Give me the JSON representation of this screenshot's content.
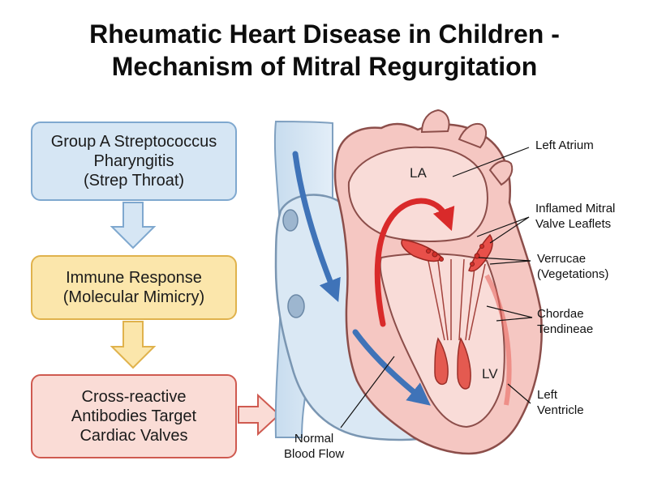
{
  "title": {
    "line1": "Rheumatic Heart Disease in Children -",
    "line2": "Mechanism of Mitral Regurgitation"
  },
  "flow_boxes": [
    {
      "lines": [
        "Group A Streptococcus",
        "Pharyngitis",
        "(Strep Throat)"
      ],
      "color": "#d6e6f4"
    },
    {
      "lines": [
        "Immune Response",
        "(Molecular Mimicry)"
      ],
      "color": "#fbe6ab"
    },
    {
      "lines": [
        "Cross-reactive",
        "Antibodies Target",
        "Cardiac Valves"
      ],
      "color": "#fadcd6"
    }
  ],
  "chambers": {
    "la": "LA",
    "lv": "LV"
  },
  "labels": {
    "left_atrium": [
      "Left Atrium"
    ],
    "inflamed_valve": [
      "Inflamed Mitral",
      "Valve Leaflets"
    ],
    "verrucae": [
      "Verrucae",
      "(Vegetations)"
    ],
    "chordae": [
      "Chordae",
      "Tendineae"
    ],
    "left_ventricle": [
      "Left",
      "Ventricle"
    ],
    "normal_flow": [
      "Normal",
      "Blood Flow"
    ]
  },
  "colors": {
    "blood_blue": "#3f73b8",
    "regurgitation_red": "#d92a2a",
    "heart_pink": "#f7cfcb"
  }
}
